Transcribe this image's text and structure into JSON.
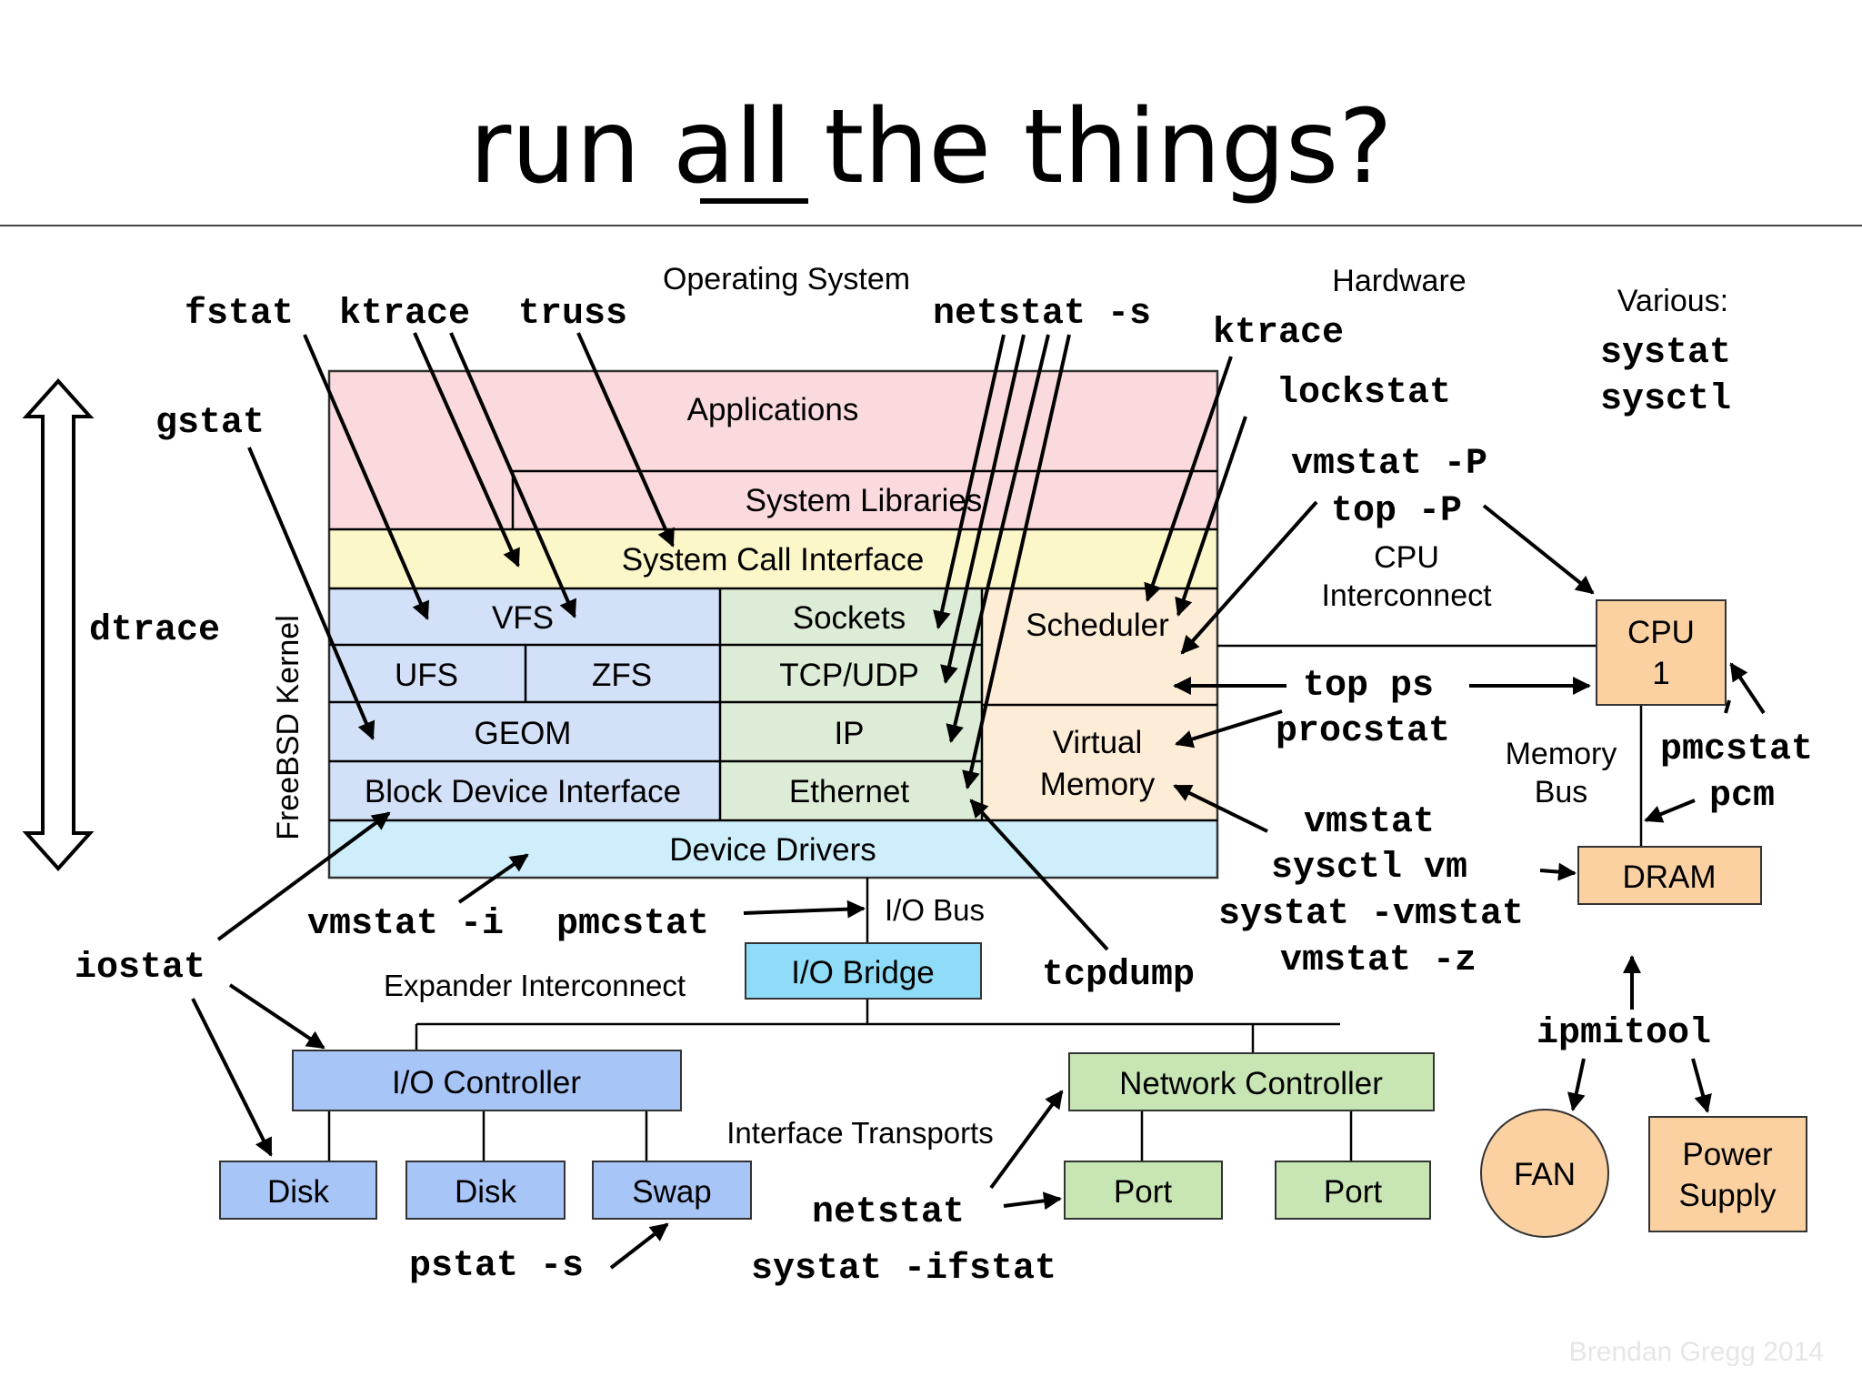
{
  "title": {
    "pre": "run ",
    "emph": "all",
    "post": " the things?"
  },
  "sections": {
    "os": "Operating System",
    "hw": "Hardware",
    "various": "Various:",
    "kernel": "FreeBSD Kernel"
  },
  "layers": {
    "applications": "Applications",
    "system_libraries": "System Libraries",
    "system_call_interface": "System Call Interface",
    "vfs": "VFS",
    "ufs": "UFS",
    "zfs": "ZFS",
    "geom": "GEOM",
    "block_device_interface": "Block Device Interface",
    "sockets": "Sockets",
    "tcp_udp": "TCP/UDP",
    "ip": "IP",
    "ethernet": "Ethernet",
    "scheduler": "Scheduler",
    "virtual_memory_1": "Virtual",
    "virtual_memory_2": "Memory",
    "device_drivers": "Device Drivers"
  },
  "hardware": {
    "io_bus": "I/O Bus",
    "io_bridge": "I/O Bridge",
    "expander": "Expander Interconnect",
    "io_controller": "I/O Controller",
    "disk1": "Disk",
    "disk2": "Disk",
    "swap": "Swap",
    "interface_transports": "Interface Transports",
    "network_controller": "Network Controller",
    "port1": "Port",
    "port2": "Port",
    "cpu_interconnect_1": "CPU",
    "cpu_interconnect_2": "Interconnect",
    "cpu_1": "CPU",
    "cpu_2": "1",
    "memory_bus_1": "Memory",
    "memory_bus_2": "Bus",
    "dram": "DRAM",
    "fan": "FAN",
    "power_1": "Power",
    "power_2": "Supply"
  },
  "tools": {
    "fstat": "fstat",
    "ktrace": "ktrace",
    "truss": "truss",
    "netstat_s": "netstat -s",
    "ktrace_hw": "ktrace",
    "lockstat": "lockstat",
    "systat": "systat",
    "sysctl": "sysctl",
    "gstat": "gstat",
    "dtrace": "dtrace",
    "vmstat_P": "vmstat -P",
    "top_P": "top -P",
    "top_ps": "top ps",
    "procstat": "procstat",
    "pmcstat_hw": "pmcstat",
    "pcm": "pcm",
    "vmstat": "vmstat",
    "sysctl_vm": "sysctl vm",
    "systat_vmstat": "systat -vmstat",
    "vmstat_z": "vmstat -z",
    "vmstat_i": "vmstat -i",
    "pmcstat": "pmcstat",
    "tcpdump": "tcpdump",
    "iostat": "iostat",
    "ipmitool": "ipmitool",
    "netstat": "netstat",
    "pstat_s": "pstat -s",
    "systat_ifstat": "systat -ifstat"
  },
  "watermark": "Brendan Gregg 2014",
  "colors": {
    "applications": "#fadadd",
    "syscall": "#fcf7c9",
    "storage": "#d2e0f8",
    "network": "#ddecd6",
    "sched": "#fdecd6",
    "drivers": "#cdeefa",
    "io_bridge": "#8edcf7",
    "io_controller": "#a8c5f8",
    "disk": "#a8c5f8",
    "net_controller": "#c8e6b4",
    "cpu": "#fbd1a2"
  }
}
